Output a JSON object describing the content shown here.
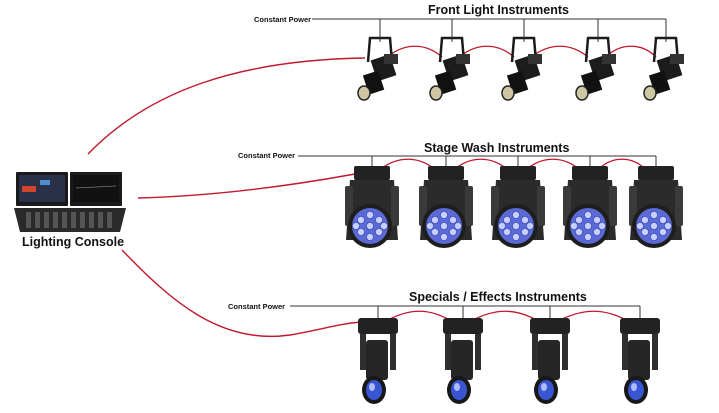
{
  "console": {
    "label": "Lighting Console",
    "icon": "lighting-console-icon"
  },
  "colors": {
    "power_line": "#333333",
    "dmx_cable": "#c0182e",
    "fixture_body": "#1c1c1c",
    "wash_lens": "#5b6ad6",
    "spot_lens": "#3a55d0"
  },
  "rows": [
    {
      "title": "Front Light Instruments",
      "power_label": "Constant Power",
      "fixture_type": "ellipsoidal-spotlight-icon",
      "fixture_count": 5
    },
    {
      "title": "Stage Wash Instruments",
      "power_label": "Constant Power",
      "fixture_type": "moving-head-wash-icon",
      "fixture_count": 5
    },
    {
      "title": "Specials / Effects Instruments",
      "power_label": "Constant Power",
      "fixture_type": "moving-head-spot-icon",
      "fixture_count": 4
    }
  ]
}
